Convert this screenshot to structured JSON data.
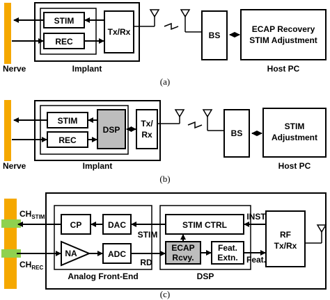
{
  "colors": {
    "nerve": "#f5a800",
    "dsp_fill": "#bdbdbd",
    "channel": "#8fd14f",
    "stroke": "#000000"
  },
  "panel_a": {
    "stim": "STIM",
    "rec": "REC",
    "txrx": "Tx/Rx",
    "bs": "BS",
    "host_line1": "ECAP Recovery",
    "host_line2": "STIM Adjustment",
    "nerve_label": "Nerve",
    "implant_label": "Implant",
    "host_label": "Host PC",
    "caption": "(a)"
  },
  "panel_b": {
    "stim": "STIM",
    "rec": "REC",
    "dsp": "DSP",
    "tx": "Tx/",
    "rx": "Rx",
    "bs": "BS",
    "host_line1": "STIM",
    "host_line2": "Adjustment",
    "nerve_label": "Nerve",
    "implant_label": "Implant",
    "host_label": "Host PC",
    "caption": "(b)"
  },
  "panel_c": {
    "ch_stim": "CH",
    "ch_stim_sub": "STIM",
    "ch_rec": "CH",
    "ch_rec_sub": "REC",
    "cp": "CP",
    "dac": "DAC",
    "na": "NA",
    "adc": "ADC",
    "stim_ctrl": "STIM CTRL",
    "ecap_line1": "ECAP",
    "ecap_line2": "Rcvy.",
    "feat_line1": "Feat.",
    "feat_line2": "Extn.",
    "rf_line1": "RF",
    "rf_line2": "Tx/Rx",
    "sig_stim": "STIM",
    "sig_rd": "RD",
    "sig_inst": "INST",
    "sig_feat": "Feat.",
    "afe_label": "Analog Front-End",
    "dsp_label": "DSP",
    "caption": "(c)"
  }
}
